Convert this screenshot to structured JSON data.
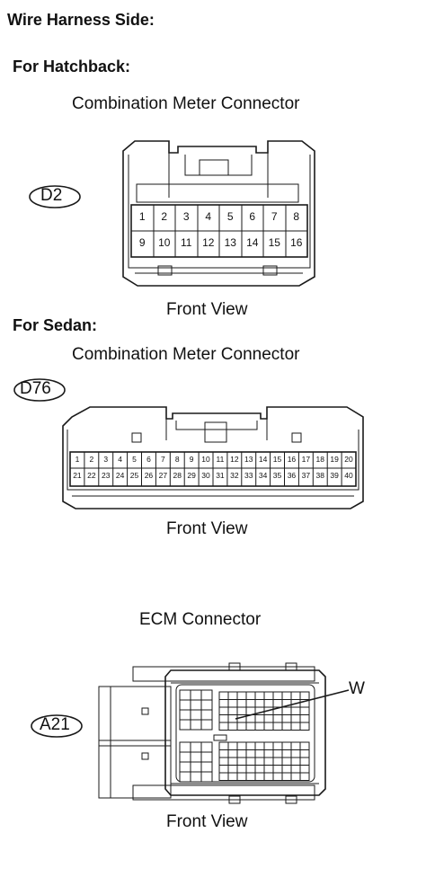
{
  "title": "Wire Harness Side:",
  "hatchback": {
    "heading": "For Hatchback:",
    "connector_title": "Combination Meter Connector",
    "code": "D2",
    "view": "Front View",
    "pins_row1": [
      "1",
      "2",
      "3",
      "4",
      "5",
      "6",
      "7",
      "8"
    ],
    "pins_row2": [
      "9",
      "10",
      "11",
      "12",
      "13",
      "14",
      "15",
      "16"
    ]
  },
  "sedan": {
    "heading": "For Sedan:",
    "connector_title": "Combination Meter Connector",
    "code": "D76",
    "view": "Front View",
    "pins_row1": [
      "1",
      "2",
      "3",
      "4",
      "5",
      "6",
      "7",
      "8",
      "9",
      "10",
      "11",
      "12",
      "13",
      "14",
      "15",
      "16",
      "17",
      "18",
      "19",
      "20"
    ],
    "pins_row2": [
      "21",
      "22",
      "23",
      "24",
      "25",
      "26",
      "27",
      "28",
      "29",
      "30",
      "31",
      "32",
      "33",
      "34",
      "35",
      "36",
      "37",
      "38",
      "39",
      "40"
    ]
  },
  "ecm": {
    "connector_title": "ECM Connector",
    "code": "A21",
    "terminal_label": "W",
    "view": "Front View"
  }
}
